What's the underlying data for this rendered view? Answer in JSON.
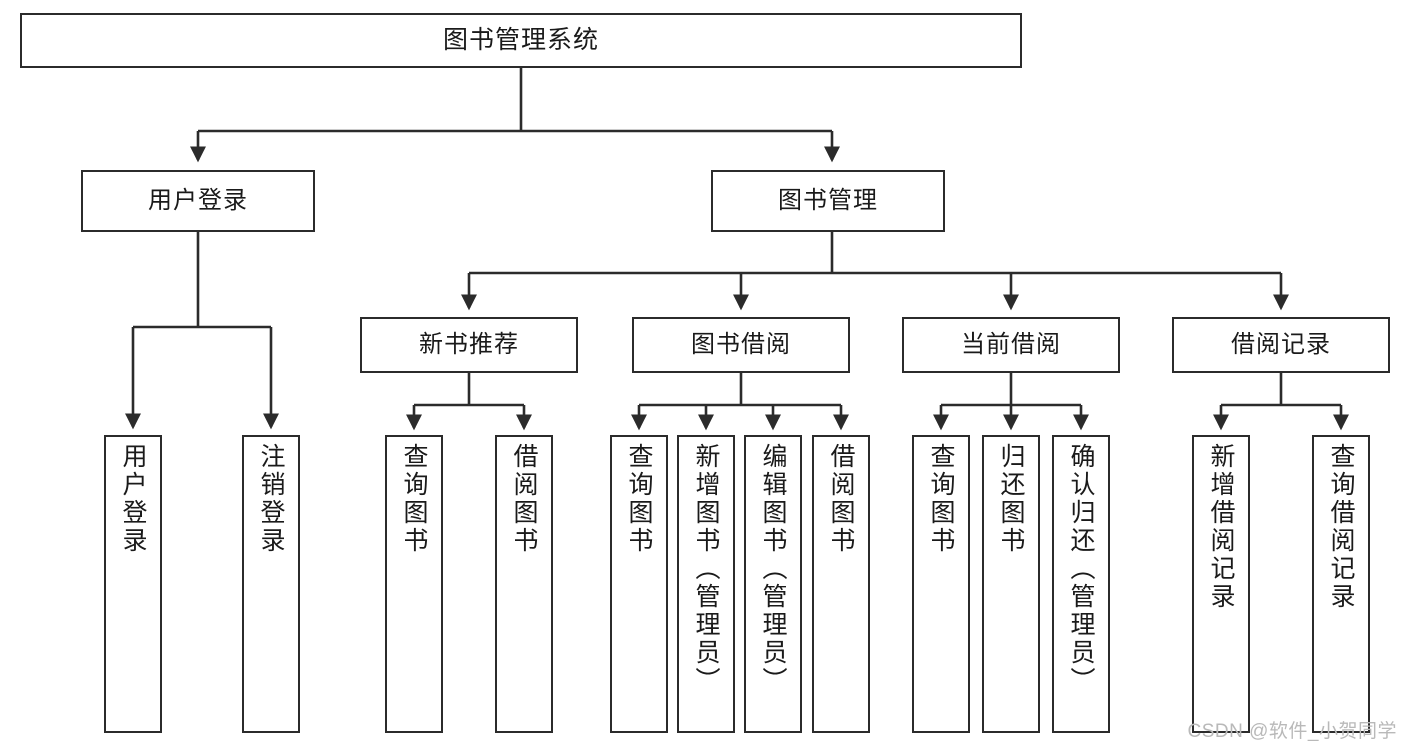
{
  "diagram": {
    "type": "tree-hierarchy-chart",
    "title": "图书管理系统",
    "colors": {
      "box_border": "#2b2b2b",
      "box_fill": "#ffffff",
      "edge": "#2b2b2b",
      "text": "#1a1a1a",
      "watermark": "#b9b9b9",
      "background": "#ffffff"
    },
    "root": {
      "label": "图书管理系统"
    },
    "level2": [
      {
        "label": "用户登录"
      },
      {
        "label": "图书管理"
      }
    ],
    "level3": [
      {
        "label": "新书推荐"
      },
      {
        "label": "图书借阅"
      },
      {
        "label": "当前借阅"
      },
      {
        "label": "借阅记录"
      }
    ],
    "leaves": {
      "user_login": [
        {
          "label": "用户登录"
        },
        {
          "label": "注销登录"
        }
      ],
      "new_book_recommend": [
        {
          "label": "查询图书"
        },
        {
          "label": "借阅图书"
        }
      ],
      "book_borrow": [
        {
          "label": "查询图书"
        },
        {
          "label": "新增图书（管理员）"
        },
        {
          "label": "编辑图书（管理员）"
        },
        {
          "label": "借阅图书"
        }
      ],
      "current_borrow": [
        {
          "label": "查询图书"
        },
        {
          "label": "归还图书"
        },
        {
          "label": "确认归还（管理员）"
        }
      ],
      "borrow_record": [
        {
          "label": "新增借阅记录"
        },
        {
          "label": "查询借阅记录"
        }
      ]
    },
    "watermark": "CSDN @软件_小贺同学"
  }
}
